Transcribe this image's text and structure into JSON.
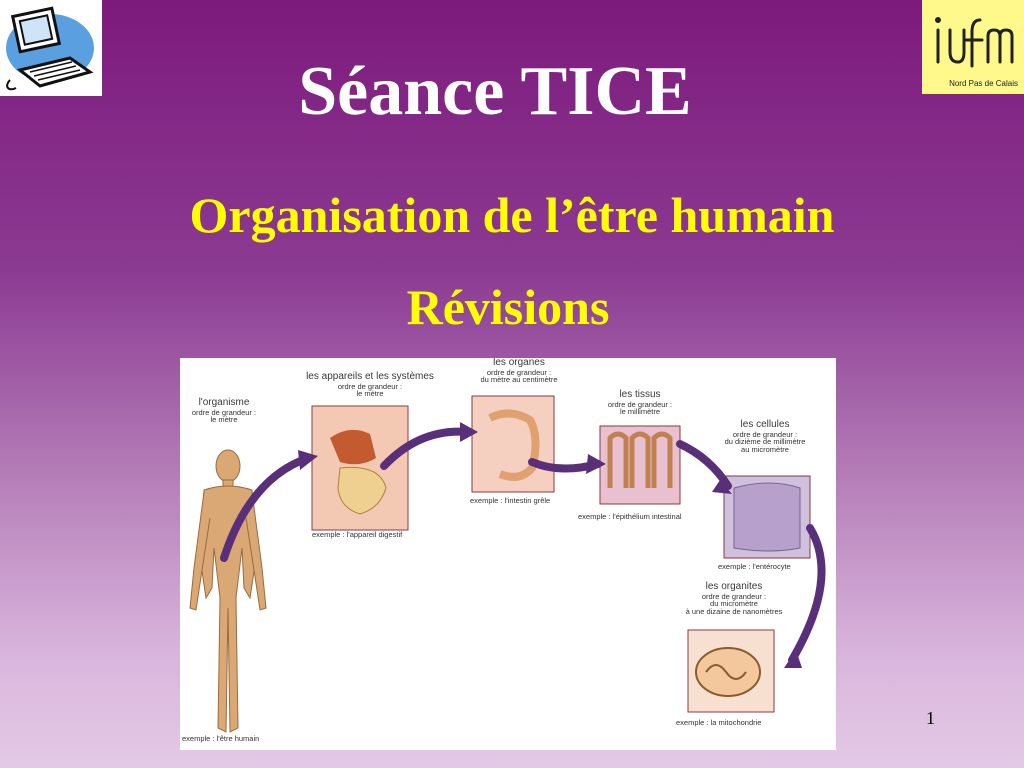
{
  "slide": {
    "title": "Séance TICE",
    "subtitle": "Organisation de l’être humain",
    "subtitle2": "Révisions",
    "page_number": "1"
  },
  "logo_right": {
    "text": "Nord Pas de Calais"
  },
  "figure": {
    "levels": [
      {
        "title": "l'organisme",
        "scale": "ordre de grandeur :\nle mètre",
        "example": "exemple : l'être humain"
      },
      {
        "title": "les appareils et les systèmes",
        "scale": "ordre de grandeur :\nle mètre",
        "example": "exemple : l'appareil digestif"
      },
      {
        "title": "les organes",
        "scale": "ordre de grandeur :\ndu mètre au centimètre",
        "example": "exemple : l'intestin grêle"
      },
      {
        "title": "les tissus",
        "scale": "ordre de grandeur :\nle millimètre",
        "example": "exemple : l'épithélium intestinal"
      },
      {
        "title": "les cellules",
        "scale": "ordre de grandeur :\ndu dizième de millimètre\nau micromètre",
        "example": "exemple : l'entérocyte"
      },
      {
        "title": "les organites",
        "scale": "ordre de grandeur :\ndu micromètre\nà une dizaine de nanomètres",
        "example": "exemple : la mitochondrie"
      }
    ]
  },
  "colors": {
    "title": "#ffffff",
    "subtitle": "#ffff00",
    "arrow": "#5a2f7a"
  }
}
